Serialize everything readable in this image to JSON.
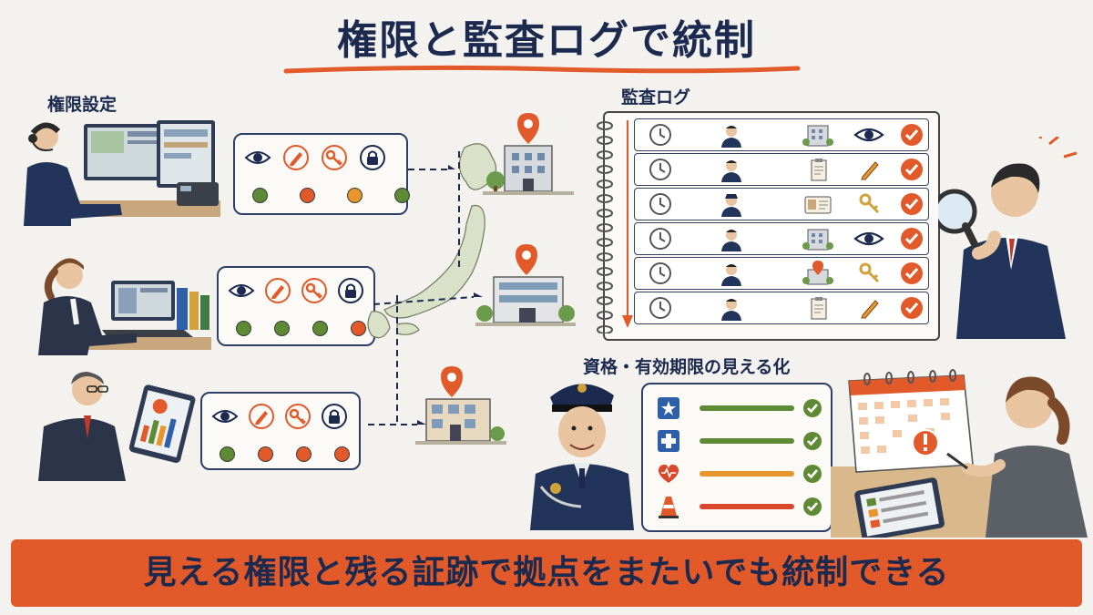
{
  "title": "権限と監査ログで統制",
  "sections": {
    "permissions": "権限設定",
    "audit_log": "監査ログ",
    "qualifications": "資格・有効期限の見える化"
  },
  "banner": "見える権限と残る証跡で拠点をまたいでも統制できる",
  "colors": {
    "navy": "#1b2a4e",
    "orange": "#e35a2a",
    "green": "#5f8a35",
    "amber": "#e8962b",
    "red": "#d9482b"
  },
  "permission_panels": [
    {
      "icons": [
        "eye-icon",
        "pencil-icon",
        "key-icon",
        "lock-icon"
      ],
      "dots": [
        "green",
        "orange",
        "orange",
        "green"
      ]
    },
    {
      "icons": [
        "eye-icon",
        "pencil-icon",
        "key-icon",
        "lock-icon"
      ],
      "dots": [
        "green",
        "green",
        "green",
        "orange"
      ]
    },
    {
      "icons": [
        "eye-icon",
        "pencil-icon",
        "key-icon",
        "lock-icon"
      ],
      "dots": [
        "green",
        "orange",
        "orange",
        "orange"
      ]
    }
  ],
  "audit_rows": [
    {
      "object": "building-icon",
      "action": "eye-icon"
    },
    {
      "object": "clipboard-icon",
      "action": "pencil-icon"
    },
    {
      "object": "id-card-icon",
      "action": "key-icon"
    },
    {
      "object": "building-icon",
      "action": "eye-icon"
    },
    {
      "object": "building-pin-icon",
      "action": "key-icon"
    },
    {
      "object": "clipboard-icon",
      "action": "pencil-icon"
    }
  ],
  "qualification_rows": [
    {
      "icon": "shield-star-icon",
      "bar": "green"
    },
    {
      "icon": "medical-cross-icon",
      "bar": "green"
    },
    {
      "icon": "heart-pulse-icon",
      "bar": "amber"
    },
    {
      "icon": "traffic-cone-icon",
      "bar": "red"
    }
  ]
}
